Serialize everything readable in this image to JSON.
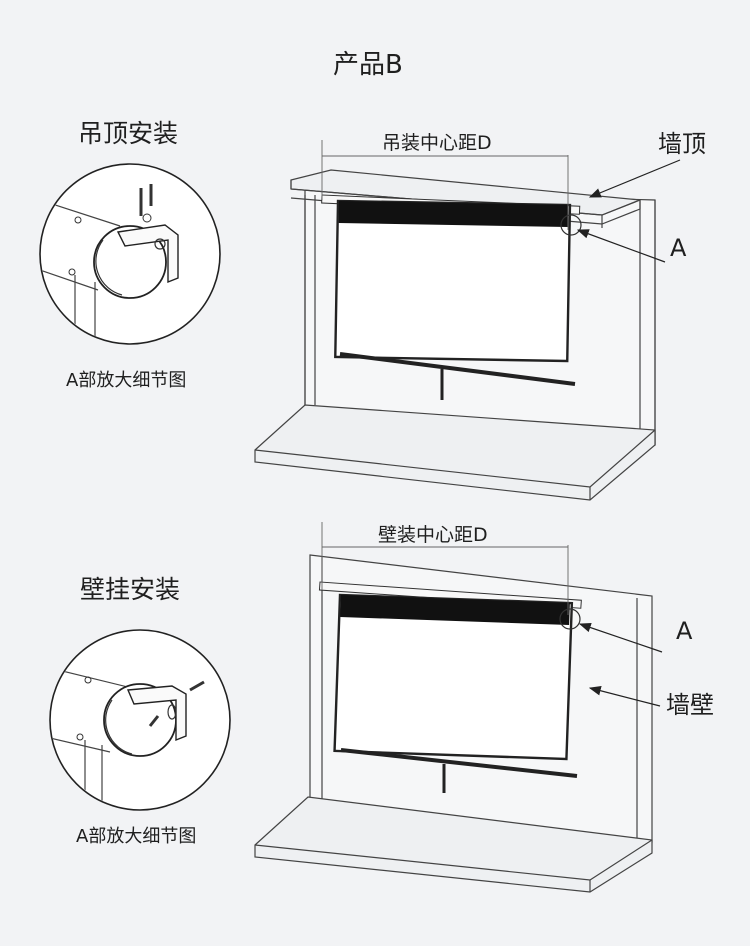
{
  "title": "产品B",
  "ceiling": {
    "section_label": "吊顶安装",
    "distance_label": "吊装中心距D",
    "surface_label": "墙顶",
    "marker_label": "A",
    "detail_caption": "A部放大细节图"
  },
  "wall": {
    "section_label": "壁挂安装",
    "distance_label": "壁装中心距D",
    "surface_label": "墙壁",
    "marker_label": "A",
    "detail_caption": "A部放大细节图"
  }
}
